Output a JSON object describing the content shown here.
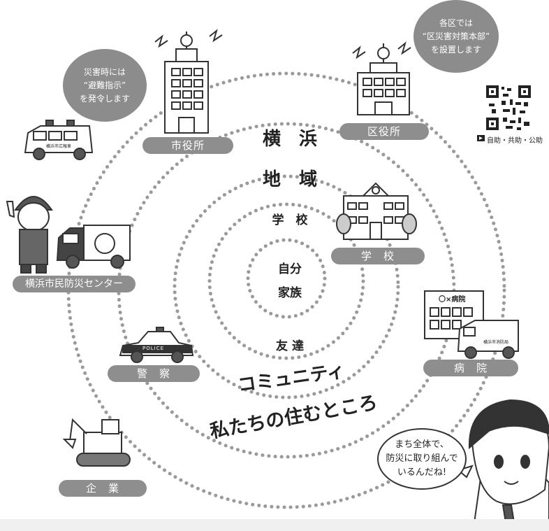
{
  "rings": {
    "yokohama": "横　浜",
    "chiiki": "地　域",
    "gakko": "学　校",
    "jibun": "自分",
    "kazoku": "家族",
    "tomodachi": "友 達",
    "community": "コミュニティ",
    "sumu": "私たちの住むところ"
  },
  "labels": {
    "shiyakusho": "市役所",
    "kuyakusho": "区役所",
    "school": "学　校",
    "bousai_center": "横浜市民防災センター",
    "police": "警　察",
    "hospital": "病　院",
    "company": "企　業"
  },
  "bubbles": {
    "left": [
      "災害時には",
      "“避難指示”",
      "を発令します"
    ],
    "right": [
      "各区では",
      "“区災害対策本部”",
      "を設置します"
    ]
  },
  "speech": [
    "まち全体で、",
    "防災に取り組んで",
    "いるんだね!"
  ],
  "qr_caption": "自助・共助・公助",
  "signs": {
    "hospital_sign": "〇×病院",
    "police_car": "POLICE",
    "ambulance_side": "横浜市消防局",
    "van_side": "横浜市広報車"
  },
  "colors": {
    "label_gray": "#8e8e8e",
    "dots": "#9a9a9a",
    "line": "#333333"
  }
}
